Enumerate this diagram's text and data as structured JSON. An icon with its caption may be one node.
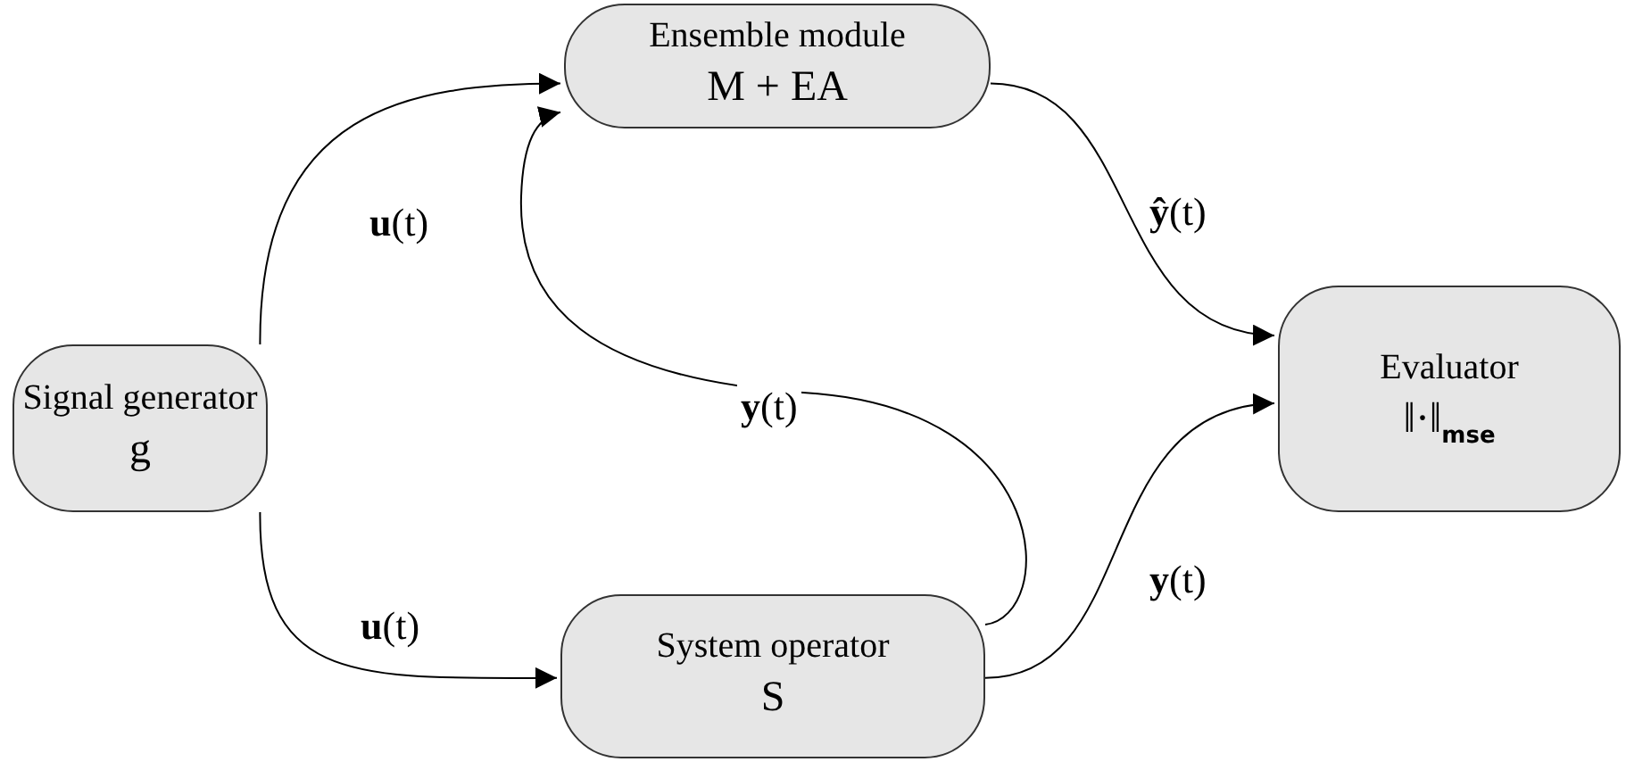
{
  "diagram": {
    "nodes": [
      {
        "text": [
          "Signal generator",
          "g"
        ]
      },
      {
        "text": [
          "Ensemble module",
          "M + EA"
        ]
      },
      {
        "text": [
          "System operator",
          "S"
        ]
      },
      {
        "text": [
          "Evaluator",
          "‖·‖$_{mse}$"
        ]
      }
    ],
    "edges": [
      {
        "from": 0,
        "to": 1,
        "arrow": "to",
        "label": "**u**(t)"
      },
      {
        "from": 0,
        "to": 2,
        "arrow": "to",
        "label": "**u**(t)"
      },
      {
        "from": 2,
        "to": 1,
        "arrow": "to",
        "label": "**y**(t)"
      },
      {
        "from": 1,
        "to": 3,
        "arrow": "to",
        "label": "**ŷ**(t)"
      },
      {
        "from": 2,
        "to": 3,
        "arrow": "to",
        "label": "**y**(t)"
      }
    ]
  }
}
